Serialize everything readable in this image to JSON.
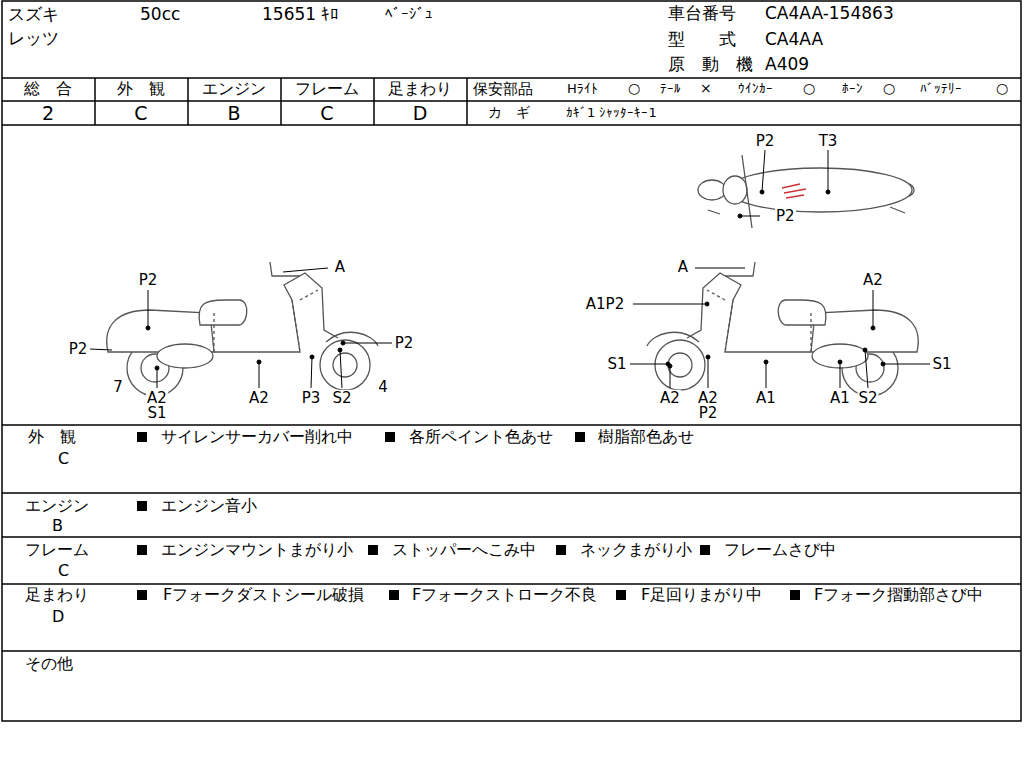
{
  "diagram": {
    "labels": [
      "スズキ",
      "50cc",
      "15651 ｷﾛ",
      "ﾍﾞｰｼﾞｭ",
      "レッツ",
      "車台番号",
      "CA4AA-154863",
      "型　　式",
      "CA4AA",
      "原　動　機",
      "A409",
      "総　合",
      "2",
      "外　観",
      "C",
      "エンジン",
      "B",
      "フレーム",
      "C",
      "足まわり",
      "D",
      "保安部品",
      "Hﾗｲﾄ",
      "○",
      "ﾃｰﾙ",
      "×",
      "ｳｲﾝｶｰ",
      "○",
      "ﾎｰﾝ",
      "○",
      "ﾊﾞｯﾃﾘｰ",
      "○",
      "カ　ギ",
      "ｶｷﾞ1 ｼｬｯﾀｰｷｰ1",
      "P2",
      "T3",
      "P2",
      "A",
      "P2",
      "P2",
      "P2",
      "7",
      "A2",
      "S1",
      "A2",
      "P3",
      "S2",
      "4",
      "A",
      "A1P2",
      "A2",
      "S1",
      "S1",
      "A2",
      "A2",
      "P2",
      "A1",
      "A1",
      "S2",
      "外　観",
      "C",
      "サイレンサーカバー削れ中",
      "各所ペイント色あせ",
      "樹脂部色あせ",
      "エンジン",
      "B",
      "エンジン音小",
      "フレーム",
      "C",
      "エンジンマウントまがり小",
      "ストッパーへこみ中",
      "ネックまがり小",
      "フレームさび中",
      "足まわり",
      "D",
      "Fフォークダストシール破損",
      "Fフォークストローク不良",
      "F足回りまがり中",
      "Fフォーク摺動部さび中",
      "その他"
    ]
  }
}
